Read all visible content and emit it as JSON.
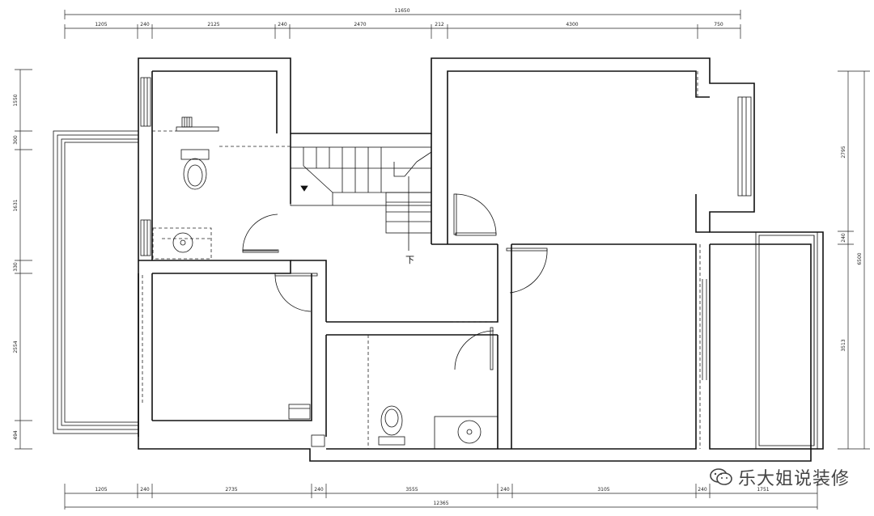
{
  "plan": {
    "top_total": "11650",
    "top_dims": [
      "1205",
      "240",
      "2125",
      "240",
      "2470",
      "212",
      "4300",
      "750"
    ],
    "bottom_dims": [
      "1205",
      "240",
      "2735",
      "240",
      "3555",
      "240",
      "3105",
      "240",
      "1751"
    ],
    "bottom_total": "12365",
    "left_dims": [
      "1550",
      "300",
      "1631",
      "330",
      "2554",
      "494"
    ],
    "right_dims": [
      "2795",
      "240",
      "3513"
    ],
    "right_total": "6500",
    "stair_label": "下"
  },
  "watermark": {
    "text": "乐大姐说装修",
    "icon": "wechat-icon"
  }
}
